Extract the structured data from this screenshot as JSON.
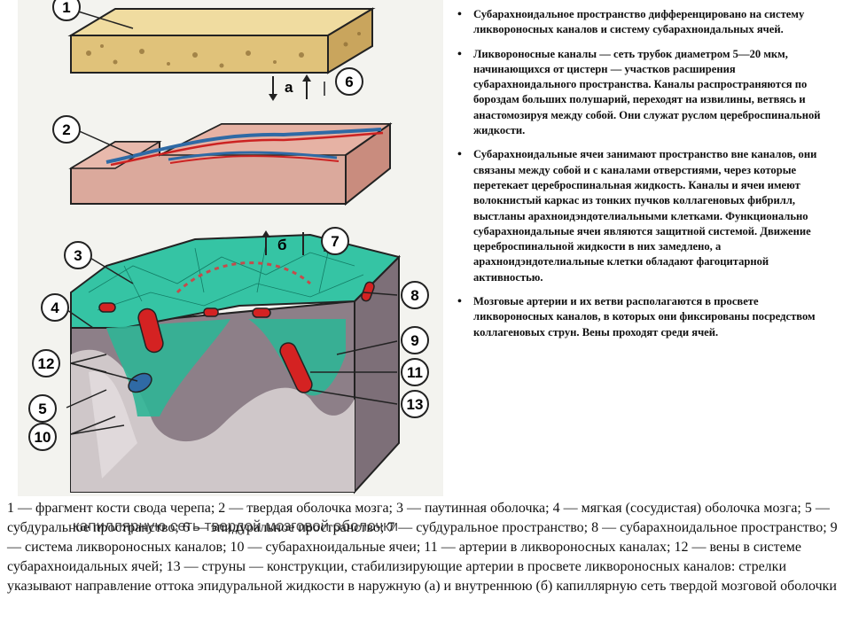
{
  "figure": {
    "markers": [
      "1",
      "2",
      "3",
      "4",
      "5",
      "6",
      "7",
      "8",
      "9",
      "10",
      "11",
      "12",
      "13"
    ],
    "arrow_a": "а",
    "arrow_b": "б",
    "colors": {
      "bone": "#e0c27a",
      "dura": "#d99b8e",
      "arachnoid": "#35c4a4",
      "pia": "#8d7f88",
      "artery": "#d42222",
      "vein": "#2f6aa5"
    }
  },
  "notes": [
    "Субарахноидальное пространство дифференцировано на систему ликвороносных каналов и систему субарахноидальных ячей.",
    "Ликвороносные каналы — сеть трубок диаметром 5—20 мкм, начинающихся от цистерн — участков расширения субарахноидального пространства. Каналы распространяются по бороздам больших полушарий, переходят на извилины, ветвясь и анастомозируя между собой. Они служат руслом цереброспинальной жидкости.",
    "Субарахноидальные ячеи занимают пространство вне каналов, они связаны между собой и с каналами отверстиями, через которые перетекает цереброспинальная жидкость. Каналы и ячеи имеют волокнистый каркас из тонких пучков коллагеновых фибрилл, выстланы арахноидэндотелиальными клетками. Функционально субарахноидальные ячеи являются защитной системой. Движение цереброспинальной жидкости в них замедлено, а арахноидэндотелиальные клетки обладают фагоцитарной активностью.",
    "Мозговые артерии и их ветви располагаются в просвете ликвороносных каналов, в которых они фиксированы посредством коллагеновых струн. Вены проходят среди ячей."
  ],
  "caption": "1 — фрагмент кости свода черепа; 2 — твердая оболочка мозга; 3 — паутинная оболочка; 4 — мягкая (сосудистая) оболочка мозга; 5 — субдуральное пространство; 6 — эпидуральное пространство; 7 — субдуральное пространство; 8 — субарахноидальное пространство; 9 — система ликвороносных каналов; 10 — субарахноидальные ячеи; 11 — артерии в ликвороносных каналах; 12 — вены в системе субарахноидальных ячей; 13 — струны — конструкции, стабилизирующие артерии в просвете ликвороносных каналов: стрелки указывают направление оттока эпидуральной жидкости в наружную (а) и внутреннюю (б) капиллярную сеть твердой мозговой оболочки",
  "overlay_text": "капиллярную сеть твердой мозговой оболочки"
}
